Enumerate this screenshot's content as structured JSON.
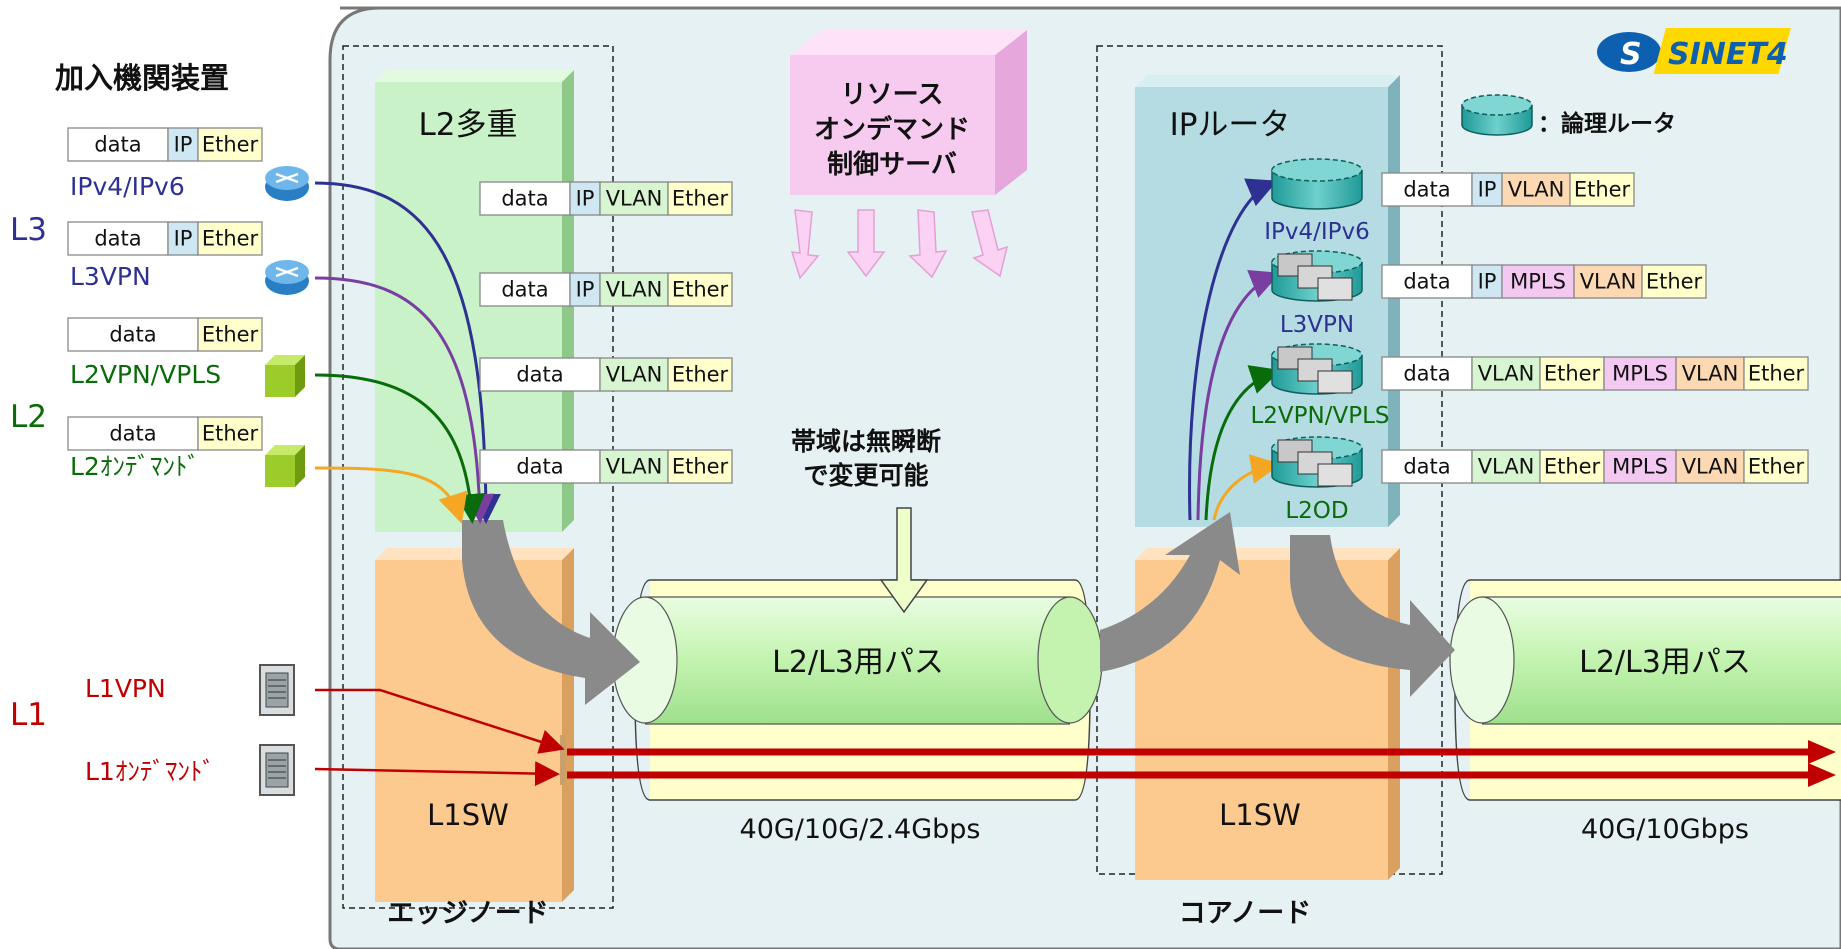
{
  "colors": {
    "panel_bg": "#e6f1f3",
    "panel_border": "#777777",
    "l2_box": "#c9f2c8",
    "l1_box": "#fcc98e",
    "ip_box": "#b4dce2",
    "pipe": "#c9f5b7",
    "pipe_back": "#ffffcc",
    "l1_line": "#c00000",
    "l3_color": "#2e3192",
    "l2_color": "#0a6b0a",
    "l1_color": "#c00000",
    "orange_arrow": "#f5a623",
    "purple_arrow": "#7a3ea1",
    "server_box": "#f7cbef"
  },
  "logo": {
    "text": "SINET4"
  },
  "left": {
    "title": "加入機関装置",
    "label_l3": "L3",
    "label_l2": "L2",
    "label_l1": "L1",
    "items": {
      "ipv4": "IPv4/IPv6",
      "l3vpn": "L3VPN",
      "l2vpn": "L2VPN/VPLS",
      "l2od": "L2ｵﾝﾃﾞﾏﾝﾄﾞ",
      "l1vpn": "L1VPN",
      "l1od": "L1ｵﾝﾃﾞﾏﾝﾄﾞ"
    },
    "frames": [
      [
        "data",
        "IP",
        "Ether"
      ],
      [
        "data",
        "IP",
        "Ether"
      ],
      [
        "data",
        "Ether"
      ],
      [
        "data",
        "Ether"
      ]
    ]
  },
  "edge": {
    "l2_title": "L2多重",
    "l1_title": "L1SW",
    "node_label": "エッジノード",
    "frames": [
      [
        "data",
        "IP",
        "VLAN",
        "Ether"
      ],
      [
        "data",
        "IP",
        "VLAN",
        "Ether"
      ],
      [
        "data",
        "VLAN",
        "Ether"
      ],
      [
        "data",
        "VLAN",
        "Ether"
      ]
    ]
  },
  "server": {
    "line1": "リソース",
    "line2": "オンデマンド",
    "line3": "制御サーバ"
  },
  "middle": {
    "note1": "帯域は無瞬断",
    "note2": "で変更可能",
    "pipe_label": "L2/L3用パス",
    "speed": "40G/10G/2.4Gbps"
  },
  "core": {
    "ip_title": "IPルータ",
    "l1_title": "L1SW",
    "node_label": "コアノード",
    "legend": "：論理ルータ",
    "routers": [
      "IPv4/IPv6",
      "L3VPN",
      "L2VPN/VPLS",
      "L2OD"
    ],
    "frames": [
      [
        "data",
        "IP",
        "VLAN",
        "Ether"
      ],
      [
        "data",
        "IP",
        "MPLS",
        "VLAN",
        "Ether"
      ],
      [
        "data",
        "VLAN",
        "Ether",
        "MPLS",
        "VLAN",
        "Ether"
      ],
      [
        "data",
        "VLAN",
        "Ether",
        "MPLS",
        "VLAN",
        "Ether"
      ]
    ]
  },
  "right": {
    "pipe_label": "L2/L3用パス",
    "speed": "40G/10Gbps"
  }
}
